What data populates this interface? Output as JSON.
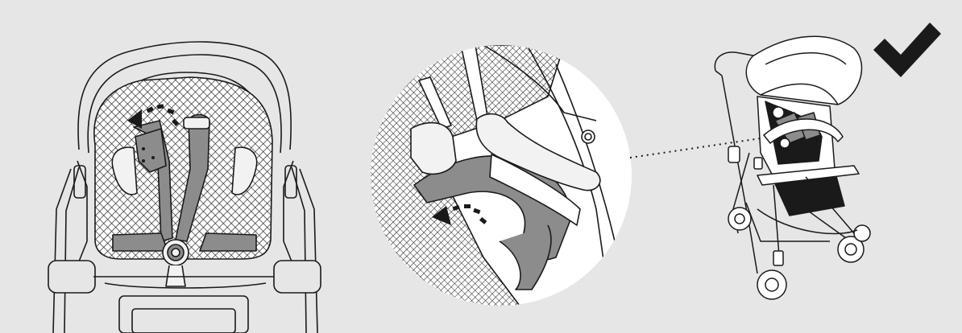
{
  "illustration": {
    "panels": [
      {
        "id": "seat-harness-rear-view",
        "arrow_direction": "up-left"
      },
      {
        "id": "harness-detail-zoom",
        "arrow_direction": "down-left"
      },
      {
        "id": "stroller-side-view"
      }
    ],
    "status_mark": {
      "icon": "checkmark-icon",
      "meaning": "correct"
    },
    "colors": {
      "background": "#e6e6e6",
      "line": "#1a1a1a",
      "harness_grey": "#8c8c8c",
      "pad_light": "#f2f2f2",
      "zoom_circle_fill": "#ffffff"
    }
  }
}
